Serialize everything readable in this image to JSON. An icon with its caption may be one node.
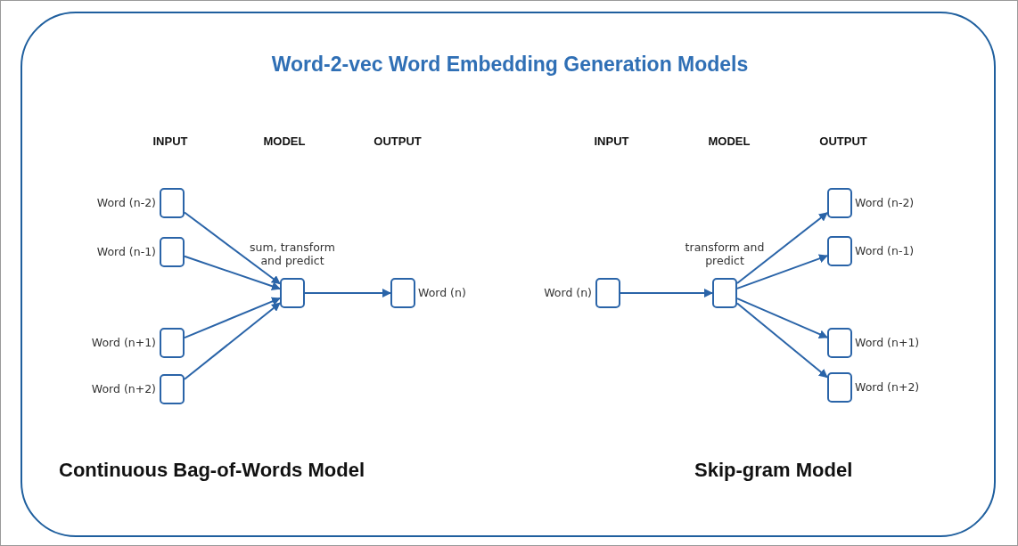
{
  "diagram": {
    "title": "Word-2-vec Word Embedding Generation Models",
    "nodes": [
      {
        "text": [],
        "shape": "box",
        "beside": [
          "Word (n-2)"
        ]
      },
      {
        "text": [],
        "shape": "box",
        "beside": [
          "Word (n-1)"
        ]
      },
      {
        "text": [],
        "shape": "box",
        "beside": [
          "Word (n+1)"
        ]
      },
      {
        "text": [],
        "shape": "box",
        "beside": [
          "Word (n+2)"
        ]
      },
      {
        "text": [],
        "shape": "box",
        "beside": [
          "sum, transform and predict"
        ]
      },
      {
        "text": [],
        "shape": "box",
        "beside": [
          "Word (n)"
        ]
      },
      {
        "text": [],
        "shape": "box",
        "beside": [
          "Word (n)"
        ]
      },
      {
        "text": [],
        "shape": "box",
        "beside": [
          "transform and predict"
        ]
      },
      {
        "text": [],
        "shape": "box",
        "beside": [
          "Word (n-2)"
        ]
      },
      {
        "text": [],
        "shape": "box",
        "beside": [
          "Word (n-1)"
        ]
      },
      {
        "text": [],
        "shape": "box",
        "beside": [
          "Word (n+1)"
        ]
      },
      {
        "text": [],
        "shape": "box",
        "beside": [
          "Word (n+2)"
        ]
      }
    ],
    "edges": [
      {
        "from": 0,
        "to": 4,
        "arrow": "to"
      },
      {
        "from": 1,
        "to": 4,
        "arrow": "to"
      },
      {
        "from": 2,
        "to": 4,
        "arrow": "to"
      },
      {
        "from": 3,
        "to": 4,
        "arrow": "to"
      },
      {
        "from": 4,
        "to": 5,
        "arrow": "to"
      },
      {
        "from": 6,
        "to": 7,
        "arrow": "to"
      },
      {
        "from": 7,
        "to": 8,
        "arrow": "to"
      },
      {
        "from": 7,
        "to": 9,
        "arrow": "to"
      },
      {
        "from": 7,
        "to": 10,
        "arrow": "to"
      },
      {
        "from": 7,
        "to": 11,
        "arrow": "to"
      }
    ],
    "labels": [
      "INPUT",
      "MODEL",
      "OUTPUT",
      "INPUT",
      "MODEL",
      "OUTPUT",
      "Continuous Bag-of-Words Model",
      "Skip-gram Model"
    ]
  }
}
